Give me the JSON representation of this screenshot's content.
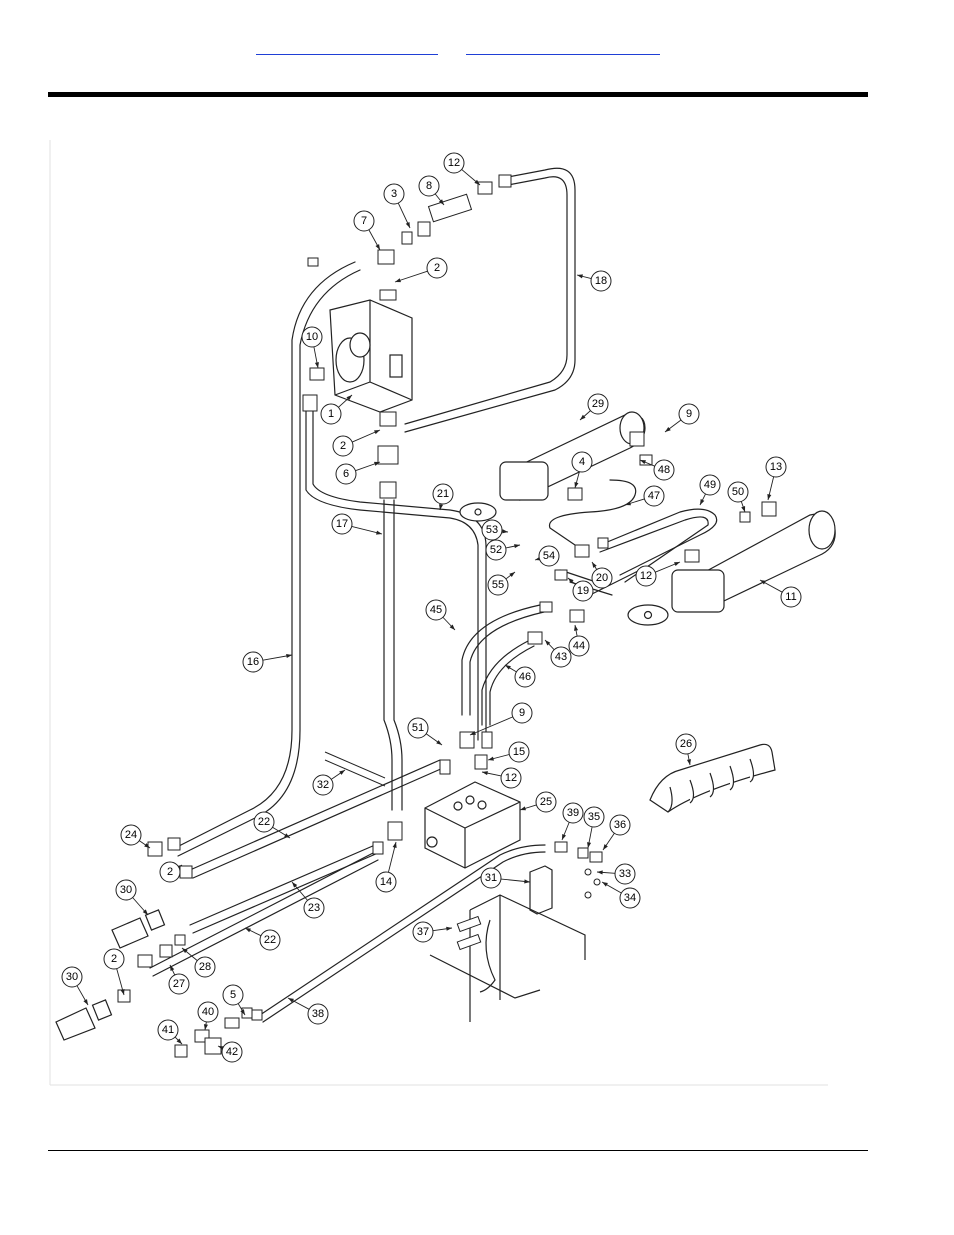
{
  "header": {
    "links": [
      "",
      ""
    ]
  },
  "diagram": {
    "callouts": [
      "1",
      "2",
      "2",
      "2",
      "2",
      "3",
      "4",
      "5",
      "6",
      "7",
      "8",
      "9",
      "9",
      "10",
      "11",
      "12",
      "12",
      "12",
      "13",
      "14",
      "15",
      "16",
      "17",
      "18",
      "19",
      "20",
      "21",
      "22",
      "22",
      "23",
      "24",
      "25",
      "26",
      "27",
      "28",
      "29",
      "30",
      "30",
      "31",
      "32",
      "33",
      "34",
      "35",
      "36",
      "37",
      "38",
      "39",
      "40",
      "41",
      "42",
      "43",
      "44",
      "45",
      "46",
      "47",
      "48",
      "49",
      "50",
      "51",
      "52",
      "53",
      "54",
      "55"
    ]
  }
}
